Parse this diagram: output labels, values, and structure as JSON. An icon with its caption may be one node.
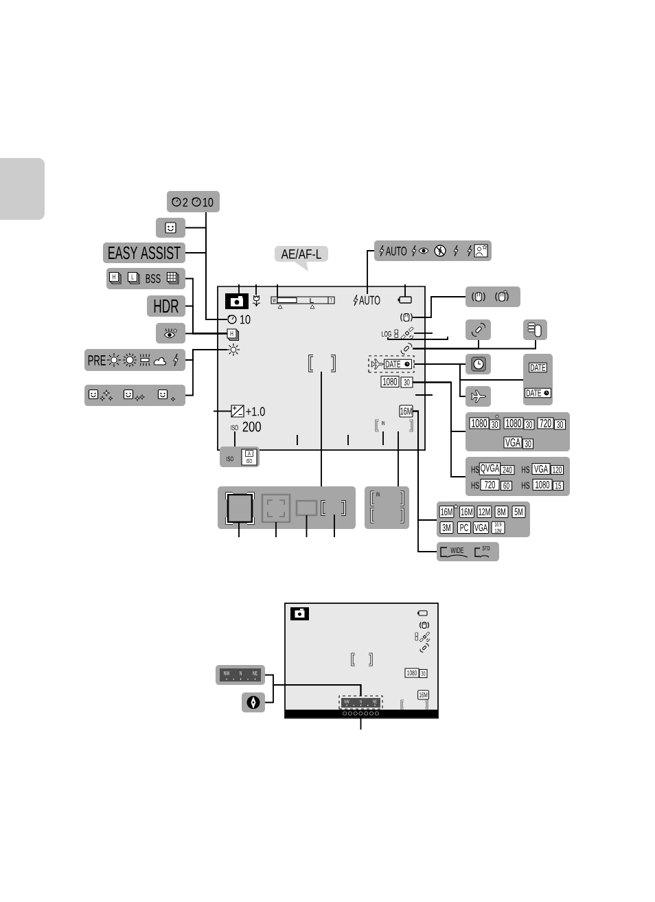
{
  "diagram": {
    "nodes": [
      {
        "text": [
          "2",
          "10"
        ]
      },
      {
        "text": [],
        "shape": "box"
      },
      {
        "text": [
          "AUTO"
        ]
      },
      {
        "text": [
          "EASY ASSIST"
        ]
      },
      {
        "text": [
          "AE/AF-L"
        ]
      },
      {
        "text": [
          "H",
          "L",
          "BSS"
        ]
      },
      {
        "text": [],
        "shape": "box"
      },
      {
        "text": [],
        "shape": "picture",
        "in": 6
      },
      {
        "text": [],
        "shape": "picture",
        "in": 6
      },
      {
        "text": [
          "W",
          "T"
        ],
        "in": 6
      },
      {
        "text": [
          "AUTO"
        ],
        "in": 6
      },
      {
        "text": [],
        "shape": "box",
        "in": 6
      },
      {
        "text": [
          "10"
        ],
        "in": 6
      },
      {
        "text": [],
        "shape": "picture",
        "in": 6
      },
      {
        "text": [
          "H"
        ],
        "in": 6
      },
      {
        "text": [
          "LOG"
        ],
        "in": 6
      },
      {
        "text": [],
        "shape": "picture",
        "in": 6
      },
      {
        "text": [],
        "shape": "picture",
        "in": 6
      },
      {
        "text": [],
        "shape": "picture",
        "in": 6
      },
      {
        "text": [],
        "shape": "picture",
        "in": 6
      },
      {
        "text": [
          "DATE"
        ],
        "in": 6
      },
      {
        "text": [
          "1080",
          "30"
        ],
        "in": 6
      },
      {
        "text": [
          "+1.0"
        ],
        "in": 6
      },
      {
        "text": [
          "16M"
        ],
        "in": 6
      },
      {
        "text": [
          "ISO",
          "200"
        ],
        "in": 6
      },
      {
        "text": [
          "IN"
        ],
        "in": 6
      },
      {
        "text": [],
        "shape": "box"
      },
      {
        "text": [
          "HDR"
        ]
      },
      {
        "text": [],
        "shape": "box"
      },
      {
        "text": [],
        "shape": "box"
      },
      {
        "text": [],
        "shape": "box"
      },
      {
        "text": [
          "PRE"
        ]
      },
      {
        "text": [],
        "shape": "box"
      },
      {
        "text": [
          "DATE",
          "DATE"
        ]
      },
      {
        "text": [],
        "shape": "box"
      },
      {
        "text": [],
        "shape": "box"
      },
      {
        "text": [
          "1080",
          "30",
          "1080",
          "30",
          "720",
          "30",
          "VGA",
          "30"
        ]
      },
      {
        "text": [
          "ISO",
          "A",
          "ISO"
        ]
      },
      {
        "text": [
          "HS",
          "QVGA",
          "240",
          "HS",
          "VGA",
          "120",
          "HS",
          "720",
          "60",
          "HS",
          "1080",
          "15"
        ]
      },
      {
        "text": [],
        "shape": "box"
      },
      {
        "text": [],
        "shape": "box",
        "in": 39
      },
      {
        "text": [],
        "shape": "box",
        "in": 39
      },
      {
        "text": [],
        "shape": "box",
        "in": 39
      },
      {
        "text": [],
        "shape": "picture",
        "in": 39
      },
      {
        "text": [
          "IN"
        ]
      },
      {
        "text": [
          "16M",
          "16M",
          "12M",
          "8M",
          "5M",
          "3M",
          "PC",
          "VGA",
          "16:9 12M"
        ]
      },
      {
        "text": [
          "WIDE",
          "STD"
        ]
      },
      {
        "text": [
          "1080",
          "30",
          "16M"
        ]
      },
      {
        "text": [
          "NW",
          "N",
          "NE"
        ]
      },
      {
        "text": [],
        "shape": "box"
      },
      {
        "text": [
          "NW",
          "N",
          "NE"
        ],
        "in": 47
      },
      {
        "text": [
          "○○○○○○○"
        ],
        "in": 47
      },
      {
        "text": [],
        "shape": "box"
      }
    ],
    "edges": [
      {
        "from": 0,
        "to": 12,
        "arrow": "none"
      },
      {
        "from": 1,
        "to": 12,
        "arrow": "none"
      },
      {
        "from": 3,
        "to": 12,
        "arrow": "none"
      },
      {
        "from": 5,
        "to": 14,
        "arrow": "none"
      },
      {
        "from": 27,
        "to": 14,
        "arrow": "none"
      },
      {
        "from": 30,
        "to": 14,
        "arrow": "none"
      },
      {
        "from": 31,
        "to": 17,
        "arrow": "none"
      },
      {
        "from": 34,
        "to": 17,
        "arrow": "none"
      },
      {
        "from": 2,
        "to": 10,
        "arrow": "none"
      },
      {
        "from": 26,
        "to": 13,
        "arrow": "none"
      },
      {
        "from": 28,
        "to": 18,
        "arrow": "none"
      },
      {
        "from": 29,
        "to": 18,
        "arrow": "none"
      },
      {
        "from": 32,
        "to": 20,
        "arrow": "none"
      },
      {
        "from": 35,
        "to": 20,
        "arrow": "none"
      },
      {
        "from": 33,
        "to": 20,
        "arrow": "none"
      },
      {
        "from": 36,
        "to": 21,
        "arrow": "none"
      },
      {
        "from": 38,
        "to": 21,
        "arrow": "none"
      },
      {
        "from": 45,
        "to": 23,
        "arrow": "none"
      },
      {
        "from": 46,
        "to": 23,
        "arrow": "none"
      },
      {
        "from": 37,
        "to": 24,
        "arrow": "none"
      },
      {
        "from": 39,
        "to": 19,
        "arrow": "none"
      },
      {
        "from": 44,
        "to": 25,
        "arrow": "none"
      },
      {
        "from": 48,
        "to": 50,
        "arrow": "none"
      },
      {
        "from": 49,
        "to": 50,
        "arrow": "none"
      },
      {
        "from": null,
        "to": 7,
        "arrow": "none"
      },
      {
        "from": null,
        "to": 8,
        "arrow": "none"
      },
      {
        "from": null,
        "to": 9,
        "arrow": "none"
      },
      {
        "from": null,
        "to": 11,
        "arrow": "none"
      },
      {
        "from": null,
        "to": 22,
        "arrow": "none"
      },
      {
        "from": null,
        "to": 16,
        "arrow": "none"
      },
      {
        "from": null,
        "to": 15,
        "arrow": "none"
      },
      {
        "from": null,
        "to": 21,
        "arrow": "none"
      },
      {
        "from": null,
        "to": 6,
        "arrow": "none"
      },
      {
        "from": null,
        "to": 6,
        "arrow": "none"
      },
      {
        "from": null,
        "to": 25,
        "arrow": "none"
      },
      {
        "from": null,
        "to": 40,
        "arrow": "none"
      },
      {
        "from": null,
        "to": 41,
        "arrow": "none"
      },
      {
        "from": null,
        "to": 42,
        "arrow": "none"
      },
      {
        "from": null,
        "to": 43,
        "arrow": "none"
      },
      {
        "from": null,
        "to": 51,
        "arrow": "none"
      }
    ]
  }
}
